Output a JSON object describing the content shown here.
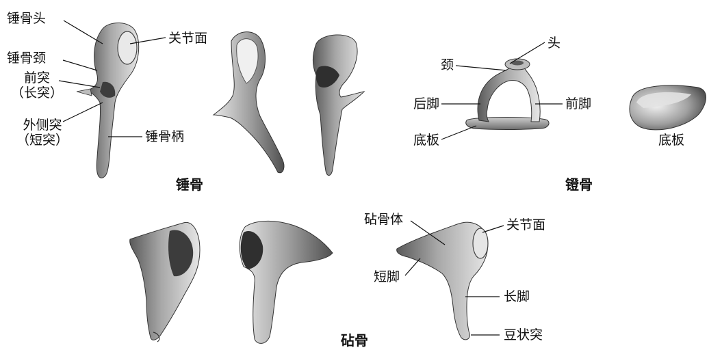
{
  "groups": {
    "malleus": {
      "title": "锤骨",
      "labels": {
        "head": "锤骨头",
        "neck": "锤骨颈",
        "articular_surface": "关节面",
        "anterior_process_line1": "前突",
        "anterior_process_line2": "（长突）",
        "lateral_process_line1": "外侧突",
        "lateral_process_line2": "（短突）",
        "handle": "锤骨柄"
      }
    },
    "stapes": {
      "title": "镫骨",
      "labels": {
        "head": "头",
        "neck": "颈",
        "posterior_crus": "后脚",
        "anterior_crus": "前脚",
        "base_plate": "底板",
        "base_plate_view": "底板"
      }
    },
    "incus": {
      "title": "砧骨",
      "labels": {
        "body": "砧骨体",
        "articular_surface": "关节面",
        "short_crus": "短脚",
        "long_crus": "长脚",
        "lenticular_process": "豆状突"
      }
    }
  }
}
